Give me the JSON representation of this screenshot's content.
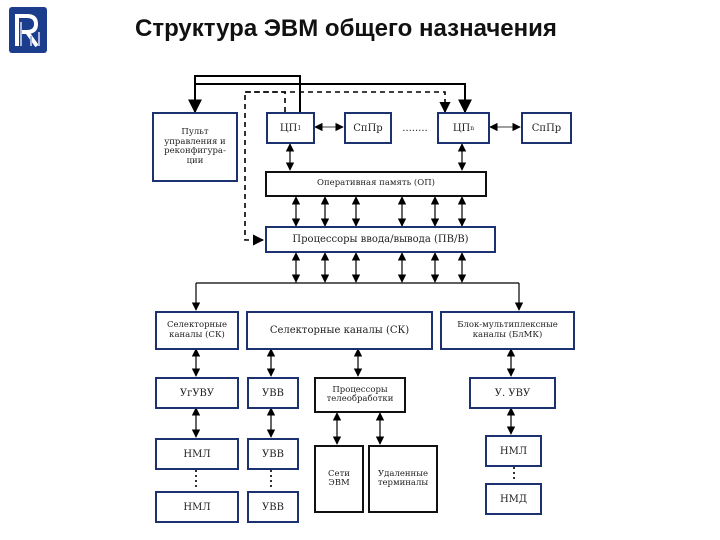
{
  "title": "Структура ЭВМ общего назначения",
  "logo_icon": "university-logo-icon",
  "colors": {
    "box_border": "#1c3170",
    "wide_box_border": "#111111",
    "arrow": "#000000"
  },
  "blocks": {
    "console": "Пульт управления и реконфигура-ции",
    "cpu1": "ЦП",
    "cpu1_sub": "1",
    "sppr1": "СпПр",
    "ellipsis": "........",
    "cpun": "ЦП",
    "cpun_sub": "n",
    "sppr2": "СпПр",
    "ram": "Оперативная память (ОП)",
    "io": "Процессоры ввода/вывода (ПВ/В)",
    "sel1": "Селекторные каналы (СК)",
    "sel2": "Селекторные каналы (СК)",
    "bmk": "Блок-мультиплексные каналы (БлМК)",
    "ugvu": "УгУВУ",
    "uvv1": "УВВ",
    "telep": "Процессоры телеобработки",
    "uuvu": "У. УВУ",
    "nml1": "НМЛ",
    "uvv2": "УВВ",
    "net": "Сети ЭВМ",
    "remote": "Удаленные терминалы",
    "nml3": "НМЛ",
    "nml2": "НМЛ",
    "uvv3": "УВВ",
    "nml4": "НМД"
  }
}
